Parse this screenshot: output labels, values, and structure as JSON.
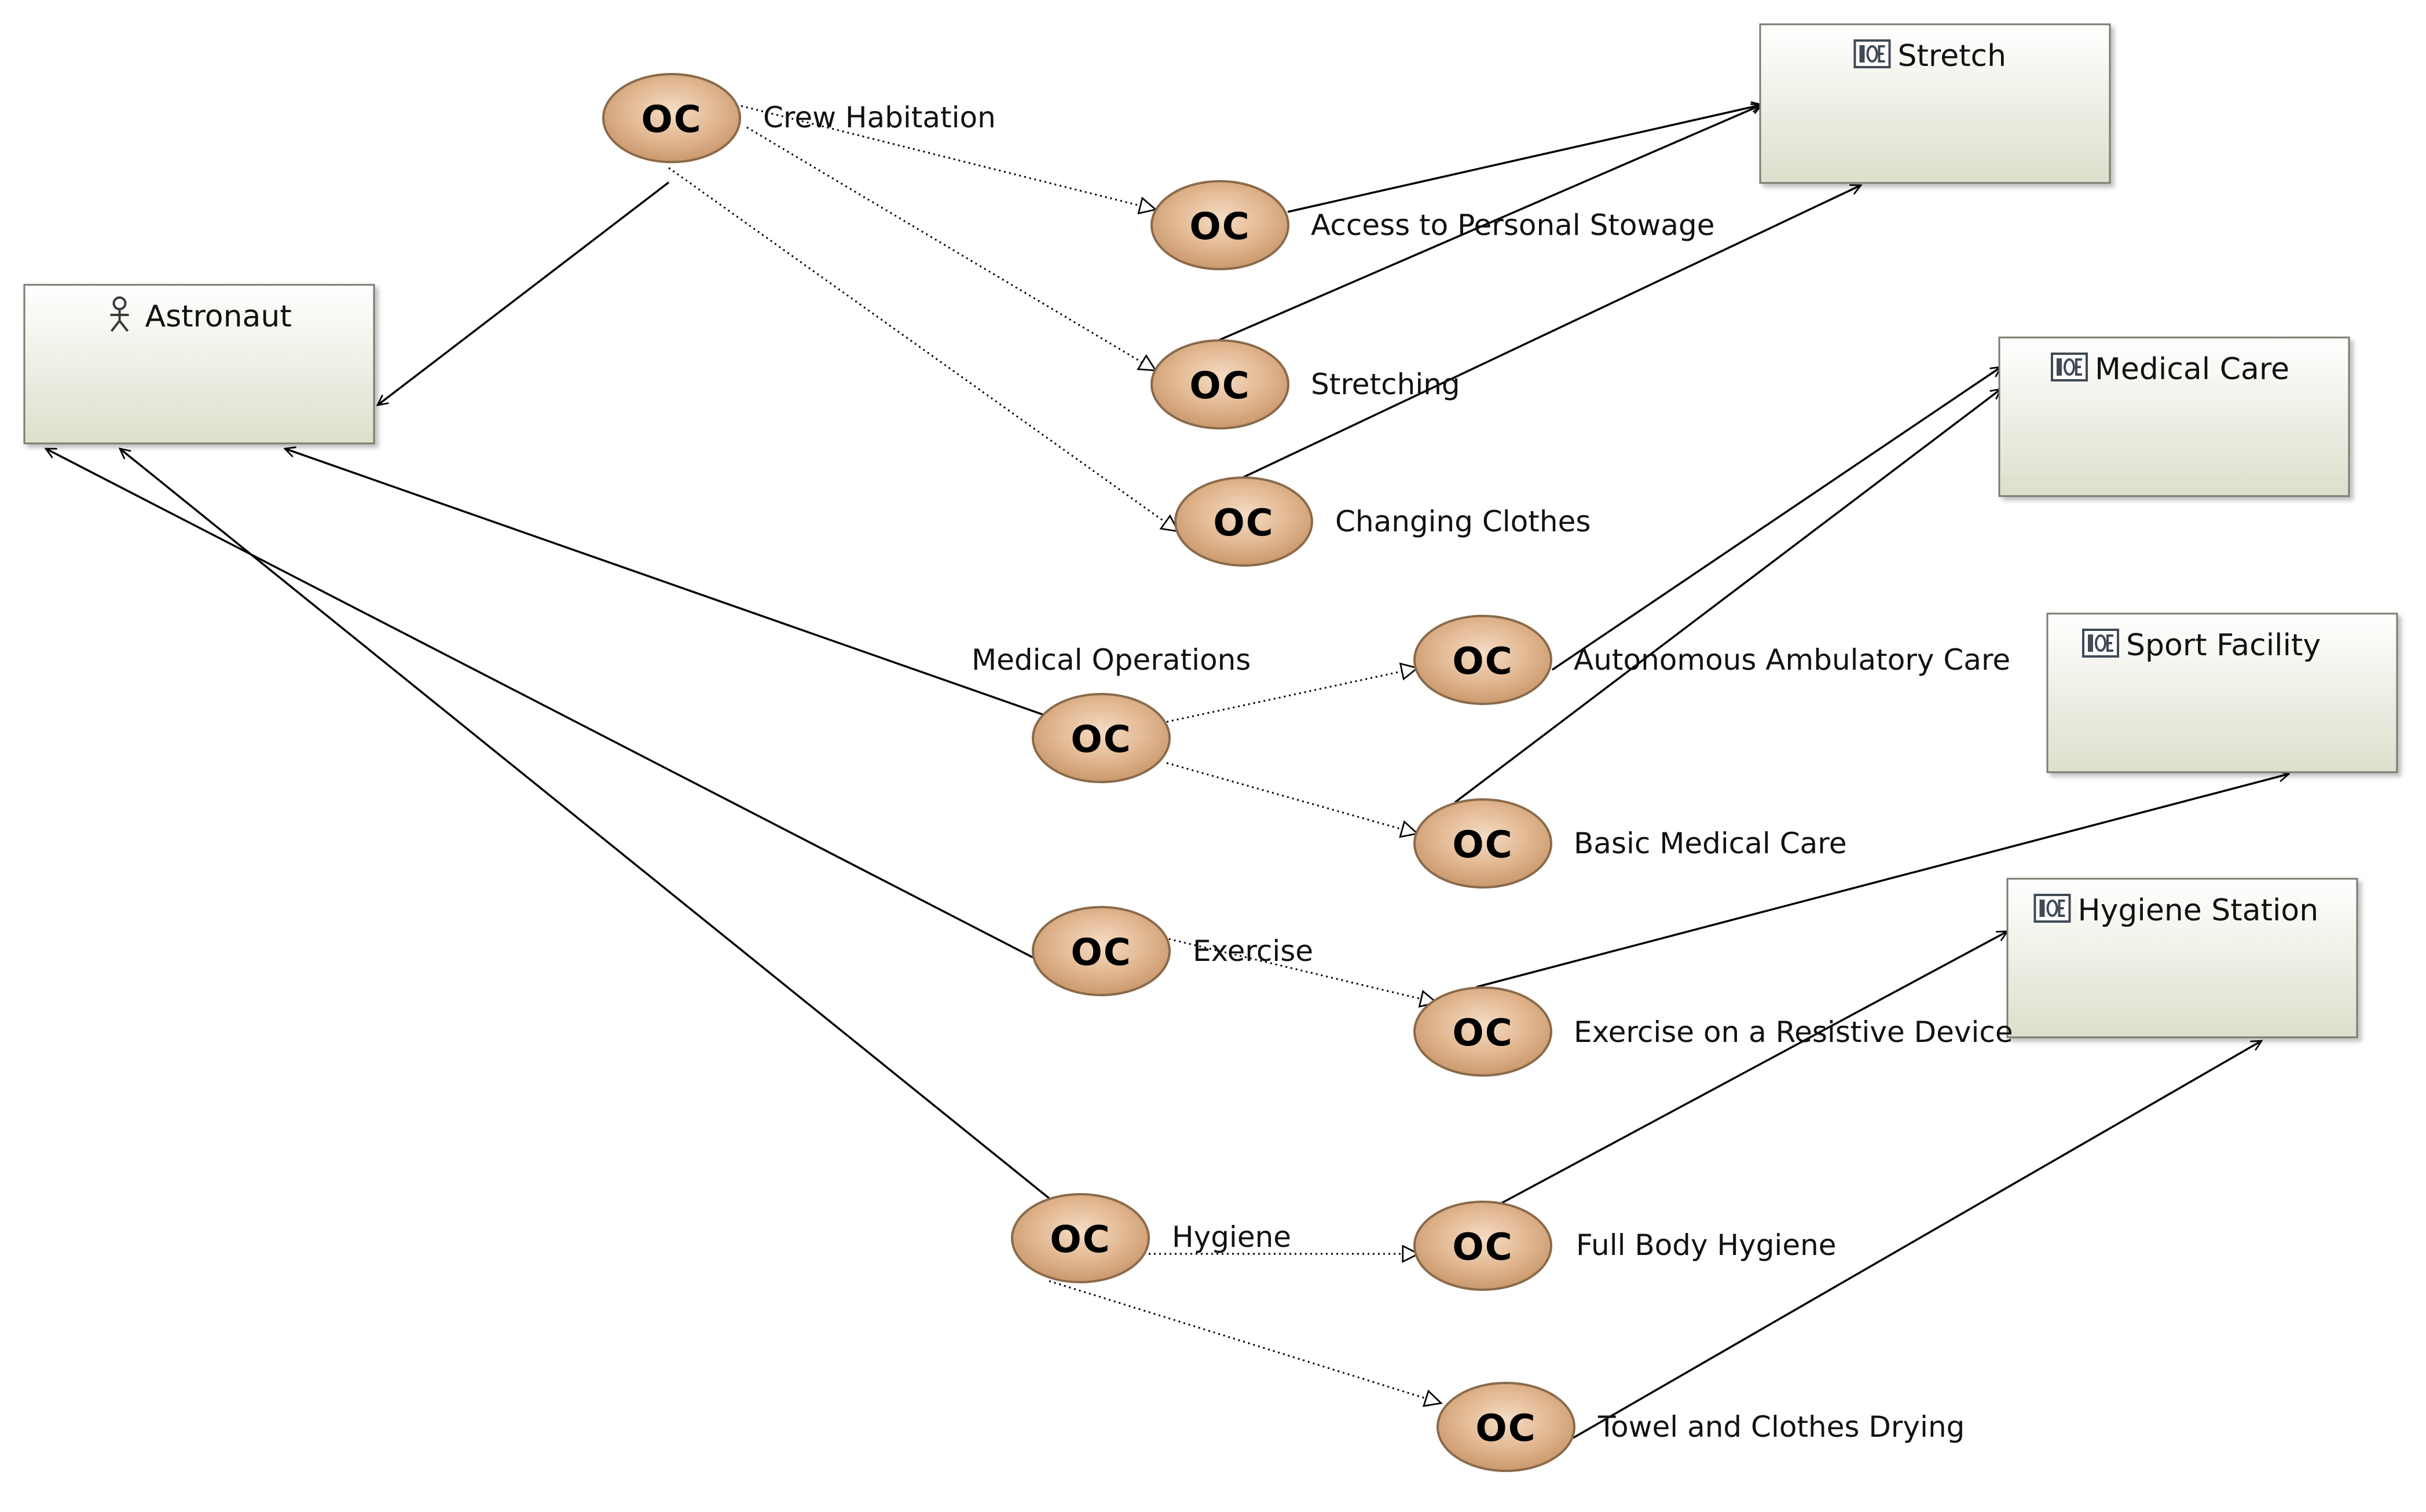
{
  "palette": {
    "box_top": "#ffffff",
    "box_bottom": "#dddfcc",
    "box_border": "#7a7c70",
    "node_light": "#f5dcc4",
    "node_dark": "#c8966a",
    "line": "#000000"
  },
  "oc_glyph": "OC",
  "boxes": [
    {
      "id": "astronaut",
      "label": "Astronaut",
      "icon": "actor-icon"
    },
    {
      "id": "stretch",
      "label": "Stretch",
      "icon": "operational-entity-icon"
    },
    {
      "id": "medical-care",
      "label": "Medical Care",
      "icon": "operational-entity-icon"
    },
    {
      "id": "sport-facility",
      "label": "Sport Facility",
      "icon": "operational-entity-icon"
    },
    {
      "id": "hygiene-station",
      "label": "Hygiene Station",
      "icon": "operational-entity-icon"
    }
  ],
  "capabilities": [
    {
      "id": "crew-habitation",
      "label": "Crew Habitation"
    },
    {
      "id": "access-personal-stowage",
      "label": "Access to Personal Stowage"
    },
    {
      "id": "stretching",
      "label": "Stretching"
    },
    {
      "id": "changing-clothes",
      "label": "Changing Clothes"
    },
    {
      "id": "medical-operations",
      "label": "Medical Operations"
    },
    {
      "id": "autonomous-ambulatory-care",
      "label": "Autonomous Ambulatory Care"
    },
    {
      "id": "basic-medical-care",
      "label": "Basic Medical Care"
    },
    {
      "id": "exercise",
      "label": "Exercise"
    },
    {
      "id": "exercise-resistive-device",
      "label": "Exercise on a Resistive Device"
    },
    {
      "id": "hygiene",
      "label": "Hygiene"
    },
    {
      "id": "full-body-hygiene",
      "label": "Full Body Hygiene"
    },
    {
      "id": "towel-clothes-drying",
      "label": "Towel and Clothes Drying"
    }
  ],
  "links": [
    {
      "from": "crew-habitation",
      "to": "astronaut",
      "style": "solid"
    },
    {
      "from": "medical-operations",
      "to": "astronaut",
      "style": "solid"
    },
    {
      "from": "exercise",
      "to": "astronaut",
      "style": "solid"
    },
    {
      "from": "hygiene",
      "to": "astronaut",
      "style": "solid"
    },
    {
      "from": "crew-habitation",
      "to": "access-personal-stowage",
      "style": "dotted"
    },
    {
      "from": "crew-habitation",
      "to": "stretching",
      "style": "dotted"
    },
    {
      "from": "crew-habitation",
      "to": "changing-clothes",
      "style": "dotted"
    },
    {
      "from": "medical-operations",
      "to": "autonomous-ambulatory-care",
      "style": "dotted"
    },
    {
      "from": "medical-operations",
      "to": "basic-medical-care",
      "style": "dotted"
    },
    {
      "from": "exercise",
      "to": "exercise-resistive-device",
      "style": "dotted"
    },
    {
      "from": "hygiene",
      "to": "full-body-hygiene",
      "style": "dotted"
    },
    {
      "from": "hygiene",
      "to": "towel-clothes-drying",
      "style": "dotted"
    },
    {
      "from": "access-personal-stowage",
      "to": "stretch",
      "style": "solid"
    },
    {
      "from": "stretching",
      "to": "stretch",
      "style": "solid"
    },
    {
      "from": "changing-clothes",
      "to": "stretch",
      "style": "solid"
    },
    {
      "from": "autonomous-ambulatory-care",
      "to": "medical-care",
      "style": "solid"
    },
    {
      "from": "basic-medical-care",
      "to": "medical-care",
      "style": "solid"
    },
    {
      "from": "exercise-resistive-device",
      "to": "sport-facility",
      "style": "solid"
    },
    {
      "from": "full-body-hygiene",
      "to": "hygiene-station",
      "style": "solid"
    },
    {
      "from": "towel-clothes-drying",
      "to": "hygiene-station",
      "style": "solid"
    }
  ]
}
